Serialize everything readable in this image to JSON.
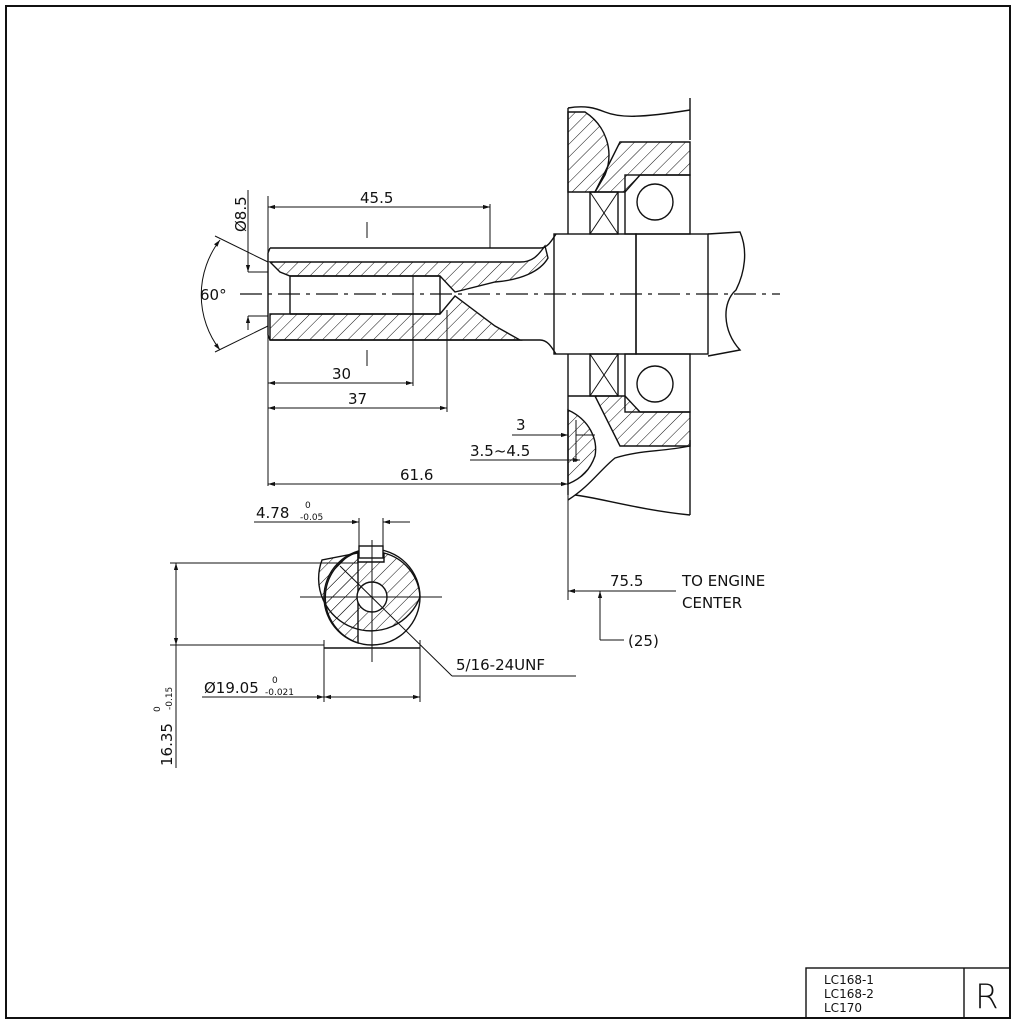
{
  "dimensions": {
    "dia_center_hole": "Ø8.5",
    "angle": "60°",
    "length_45_5": "45.5",
    "length_30": "30",
    "length_37": "37",
    "length_3": "3",
    "length_3_5_4_5": "3.5~4.5",
    "length_61_6": "61.6",
    "key_width": "4.78",
    "key_width_upper": "0",
    "key_width_lower": "-0.05",
    "shaft_flat": "16.35",
    "shaft_flat_upper": "0",
    "shaft_flat_lower": "-0.15",
    "shaft_dia": "Ø19.05",
    "shaft_dia_upper": "0",
    "shaft_dia_lower": "-0.021",
    "thread": "5/16-24UNF",
    "to_engine_center_value": "75.5",
    "to_engine_center_label_1": "TO ENGINE",
    "to_engine_center_label_2": "CENTER",
    "offset_25": "(25)"
  },
  "title_block": {
    "models": [
      "LC168-1",
      "LC168-2",
      "LC170"
    ],
    "mark": "R"
  }
}
